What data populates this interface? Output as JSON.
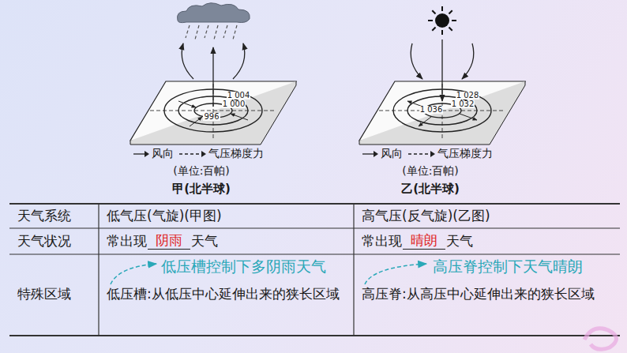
{
  "diagram": {
    "labels": [
      "1 004",
      "1 000",
      "996",
      "(单位:百帕)",
      "甲(北半球)",
      "1 028",
      "1 032",
      "1 036",
      "(单位:百帕)",
      "乙(北半球)",
      "天气系统",
      "低气压(气旋)(甲图)",
      "高气压(反气旋)(乙图)",
      "天气状况",
      "常出现",
      "阴雨",
      "天气",
      "常出现",
      "晴朗",
      "天气",
      "特殊区域",
      "低压槽控制下多阴雨天气",
      "低压槽:从低压中心延伸出来的狭长区域",
      "高压脊控制下天气晴朗",
      "高压脊:从高压中心延伸出来的狭长区域"
    ],
    "legend": [
      {
        "text": "风向"
      },
      {
        "text": "气压梯度力"
      },
      {
        "text": "风向"
      },
      {
        "text": "气压梯度力"
      }
    ]
  }
}
